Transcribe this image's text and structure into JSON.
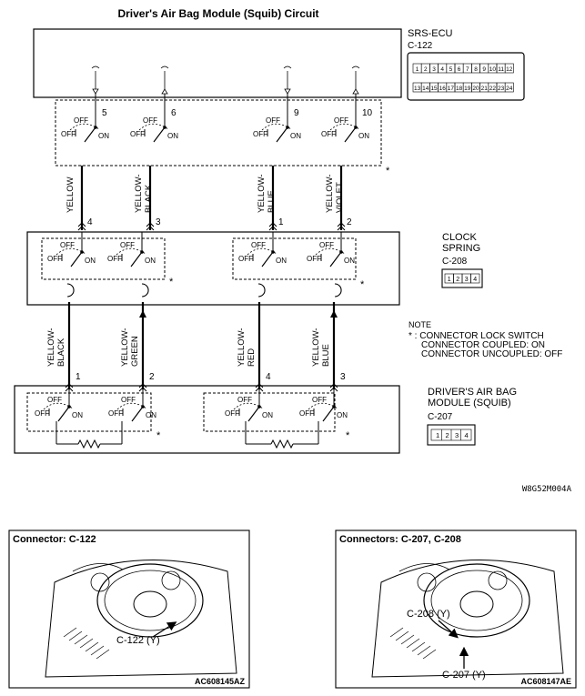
{
  "title": "Driver's Air Bag Module (Squib) Circuit",
  "srs_ecu": {
    "name": "SRS-ECU",
    "connector": "C-122",
    "pins_top": [
      "1",
      "2",
      "3",
      "4",
      "5",
      "6",
      "7",
      "8",
      "9",
      "10",
      "11",
      "12"
    ],
    "pins_bottom": [
      "13",
      "14",
      "15",
      "16",
      "17",
      "18",
      "19",
      "20",
      "21",
      "22",
      "23",
      "24"
    ],
    "terminals": [
      "5",
      "6",
      "9",
      "10"
    ]
  },
  "switch_labels": {
    "off": "OFF",
    "on": "ON"
  },
  "asterisk": "*",
  "wires_upper": [
    "YELLOW",
    "YELLOW-\nBLACK",
    "YELLOW-\nBLUE",
    "YELLOW-\nVIOLET"
  ],
  "wires_lower": [
    "YELLOW-\nBLACK",
    "YELLOW-\nGREEN",
    "YELLOW-\nRED",
    "YELLOW-\nBLUE"
  ],
  "clock_spring": {
    "name": "CLOCK\nSPRING",
    "connector": "C-208",
    "pins": [
      "1",
      "2",
      "3",
      "4"
    ],
    "terminals": [
      "4",
      "3",
      "1",
      "2"
    ]
  },
  "squib": {
    "name": "DRIVER'S AIR BAG\nMODULE (SQUIB)",
    "connector": "C-207",
    "pins": [
      "1",
      "2",
      "3",
      "4"
    ],
    "terminals": [
      "1",
      "2",
      "4",
      "3"
    ]
  },
  "note": {
    "title": "NOTE",
    "lines": [
      "* : CONNECTOR LOCK SWITCH",
      "CONNECTOR COUPLED: ON",
      "CONNECTOR UNCOUPLED: OFF"
    ]
  },
  "diagram_code": "W8G52M004A",
  "panel_left": {
    "title": "Connector: C-122",
    "callout": "C-122 (Y)",
    "code": "AC608145AZ"
  },
  "panel_right": {
    "title": "Connectors: C-207, C-208",
    "callout_top": "C-208 (Y)",
    "callout_bottom": "C-207 (Y)",
    "code": "AC608147AE"
  }
}
